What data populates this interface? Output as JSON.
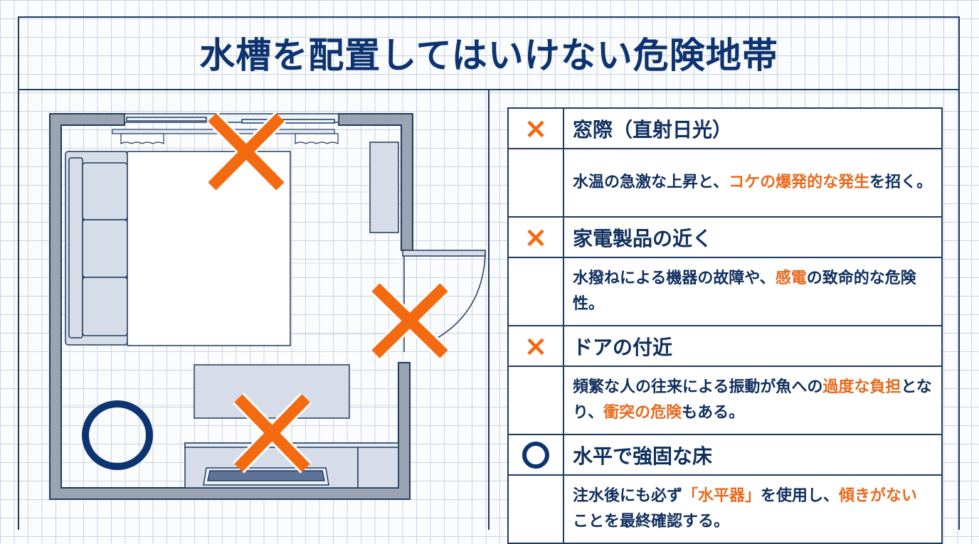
{
  "title": "水槽を配置してはいけない危険地帯",
  "colors": {
    "navy": "#0d3470",
    "orange": "#f36a10",
    "highlight": "#e8691c",
    "wall": "#9aa4b3",
    "furniture": "#d6dde8",
    "grid": "#c9d3e0"
  },
  "floor_plan": {
    "markers": [
      {
        "type": "x",
        "location": "window",
        "label": "窓際"
      },
      {
        "type": "x",
        "location": "door",
        "label": "ドア"
      },
      {
        "type": "x",
        "location": "tv-appliances",
        "label": "家電"
      },
      {
        "type": "o",
        "location": "floor-corner",
        "label": "水平で強固な床"
      }
    ],
    "objects": [
      "window",
      "curtains",
      "sofa",
      "rug",
      "cabinet",
      "door",
      "tv-screen",
      "tv-stand",
      "keyboard"
    ]
  },
  "rules": [
    {
      "mark": "×",
      "mark_type": "x",
      "heading": "窓際（直射日光）",
      "desc": [
        {
          "text": "水温の急激な上昇と、",
          "hl": false
        },
        {
          "text": "コケの爆発的な発生",
          "hl": true
        },
        {
          "text": "を招く。",
          "hl": false
        }
      ]
    },
    {
      "mark": "×",
      "mark_type": "x",
      "heading": "家電製品の近く",
      "desc": [
        {
          "text": "水撥ねによる機器の故障や、",
          "hl": false
        },
        {
          "text": "感電",
          "hl": true
        },
        {
          "text": "の致命的な危険性。",
          "hl": false
        }
      ]
    },
    {
      "mark": "×",
      "mark_type": "x",
      "heading": "ドアの付近",
      "desc": [
        {
          "text": "頻繁な人の往来による振動が魚への",
          "hl": false
        },
        {
          "text": "過度な負担",
          "hl": true
        },
        {
          "text": "となり、",
          "hl": false
        },
        {
          "text": "衝突の危険",
          "hl": true
        },
        {
          "text": "もある。",
          "hl": false
        }
      ]
    },
    {
      "mark": "○",
      "mark_type": "o",
      "heading": "水平で強固な床",
      "desc": [
        {
          "text": "注水後にも必ず",
          "hl": false
        },
        {
          "text": "「水平器」",
          "hl": true
        },
        {
          "text": "を使用し、",
          "hl": false
        },
        {
          "text": "傾きがない",
          "hl": true
        },
        {
          "text": "ことを最終確認する。",
          "hl": false
        }
      ]
    }
  ]
}
